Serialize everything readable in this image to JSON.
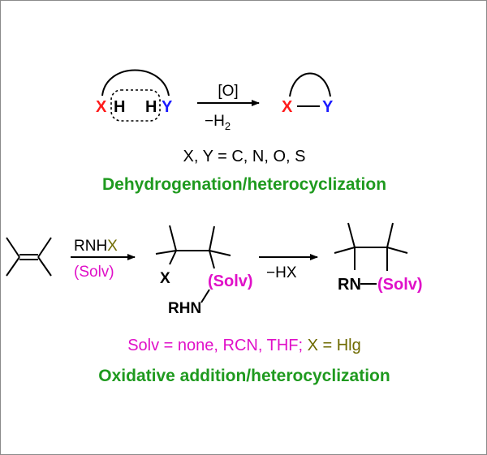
{
  "colors": {
    "x_atom": "#ff1a1a",
    "y_atom": "#1a1aff",
    "solv": "#e010c8",
    "halogen": "#6e6a00",
    "caption": "#1f9a1f"
  },
  "scheme1": {
    "reactant": {
      "x": "X",
      "h1": "H",
      "h2": "H",
      "y": "Y"
    },
    "reagent_above": "[O]",
    "reagent_below_main": "−H",
    "reagent_below_sub": "2",
    "product": {
      "x": "X",
      "y": "Y"
    },
    "definition": "X, Y = C, N, O, S",
    "caption": "Dehydrogenation/heterocyclization"
  },
  "scheme2": {
    "reagent_above_main": "RNH",
    "reagent_above_x": "X",
    "reagent_below": "(Solv)",
    "intermediate": {
      "x": "X",
      "solv": "(Solv)",
      "rhn": "RHN"
    },
    "step2_reagent": "−HX",
    "product": {
      "rn": "RN",
      "solv": "(Solv)"
    },
    "definition_solv": "Solv = none, RCN, THF; ",
    "definition_x": "X = Hlg",
    "caption": "Oxidative addition/heterocyclization"
  }
}
